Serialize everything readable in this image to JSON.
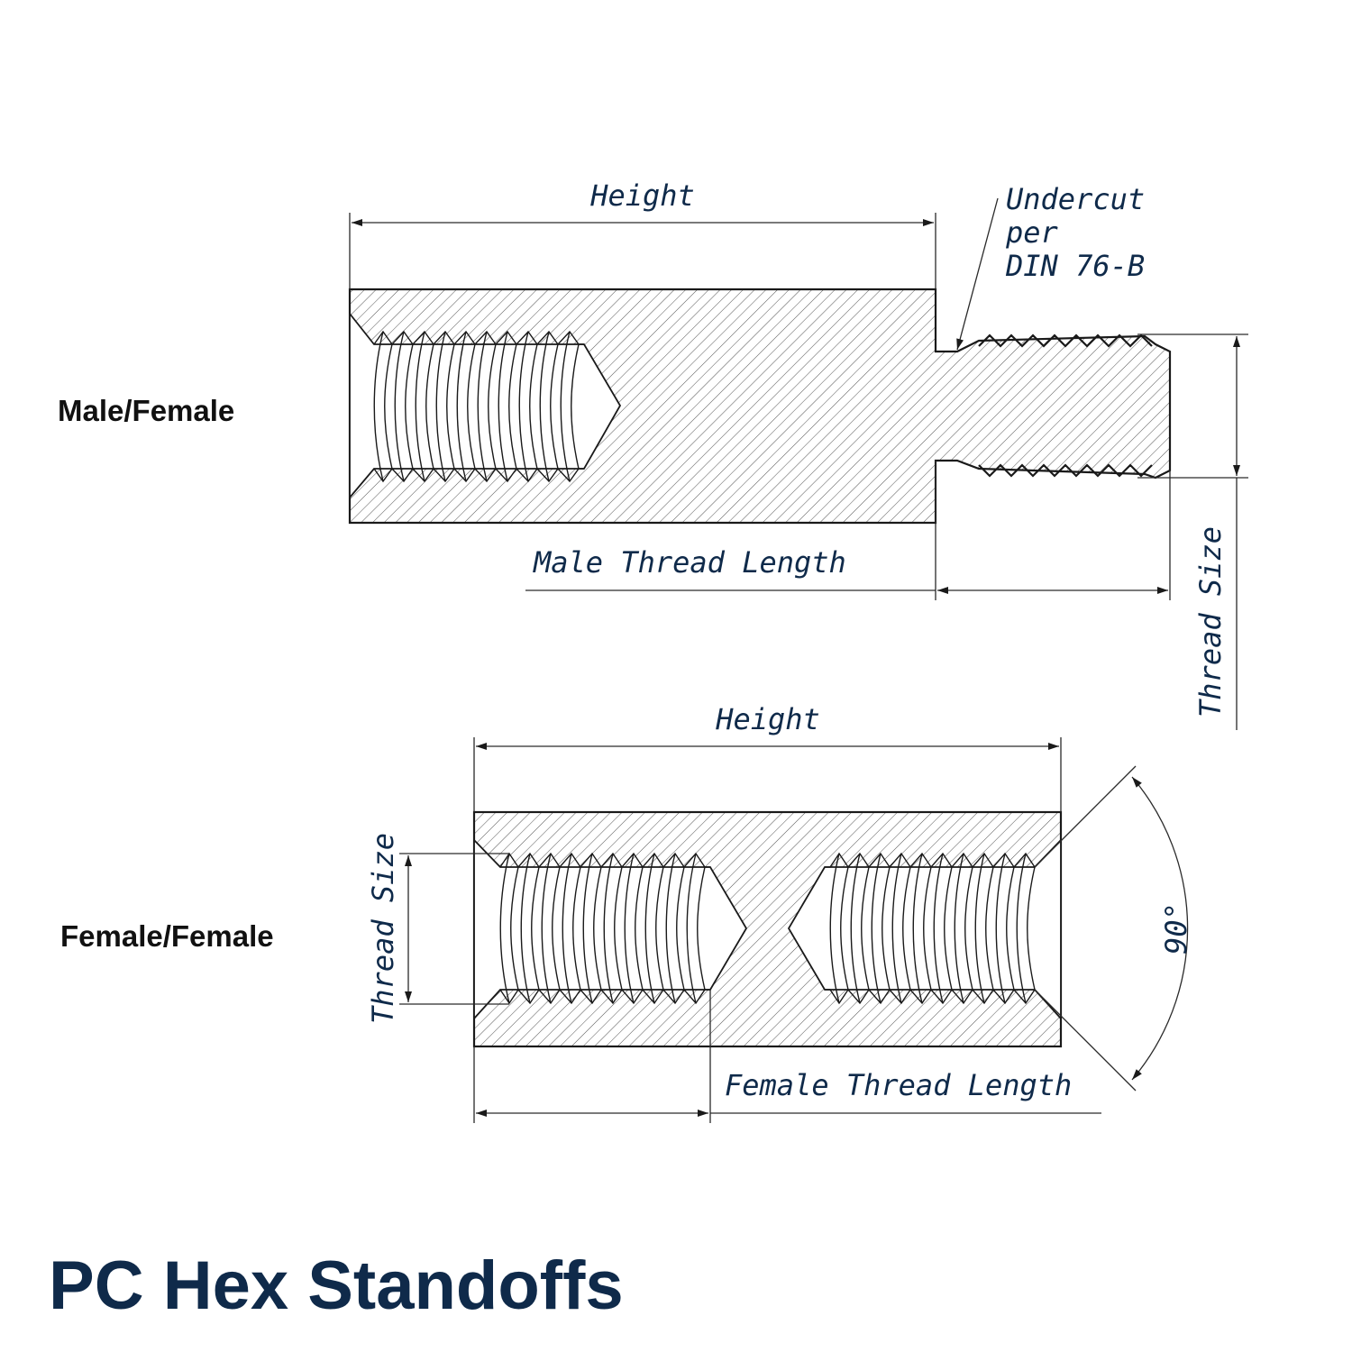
{
  "title": "PC Hex Standoffs",
  "colors": {
    "title": "#0f2a4a",
    "dimension_text": "#0f2a4a",
    "lines": "#1a1a1a"
  },
  "male_female": {
    "label": "Male/Female",
    "height_label": "Height",
    "undercut_label": [
      "Undercut",
      "per",
      "DIN 76-B"
    ],
    "male_thread_length_label": "Male Thread Length",
    "thread_size_label": "Thread Size"
  },
  "female_female": {
    "label": "Female/Female",
    "height_label": "Height",
    "thread_size_label": "Thread Size",
    "female_thread_length_label": "Female Thread Length",
    "angle_label": "90°"
  }
}
